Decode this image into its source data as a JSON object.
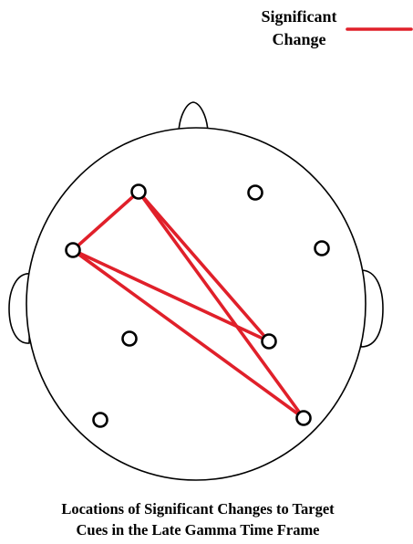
{
  "legend": {
    "line1": "Significant",
    "line2": "Change",
    "color": "#e0202a"
  },
  "caption": {
    "line1": "Locations of Significant Changes to Target",
    "line2": "Cues in the Late Gamma Time Frame"
  },
  "electrodes": [
    {
      "id": "e1"
    },
    {
      "id": "e2"
    },
    {
      "id": "e3"
    },
    {
      "id": "e4"
    },
    {
      "id": "e5"
    },
    {
      "id": "e6"
    },
    {
      "id": "e7"
    },
    {
      "id": "e8"
    }
  ],
  "connections": [
    {
      "from": "e1",
      "to": "e3"
    },
    {
      "from": "e1",
      "to": "e6"
    },
    {
      "from": "e1",
      "to": "e8"
    },
    {
      "from": "e3",
      "to": "e6"
    },
    {
      "from": "e3",
      "to": "e8"
    }
  ]
}
